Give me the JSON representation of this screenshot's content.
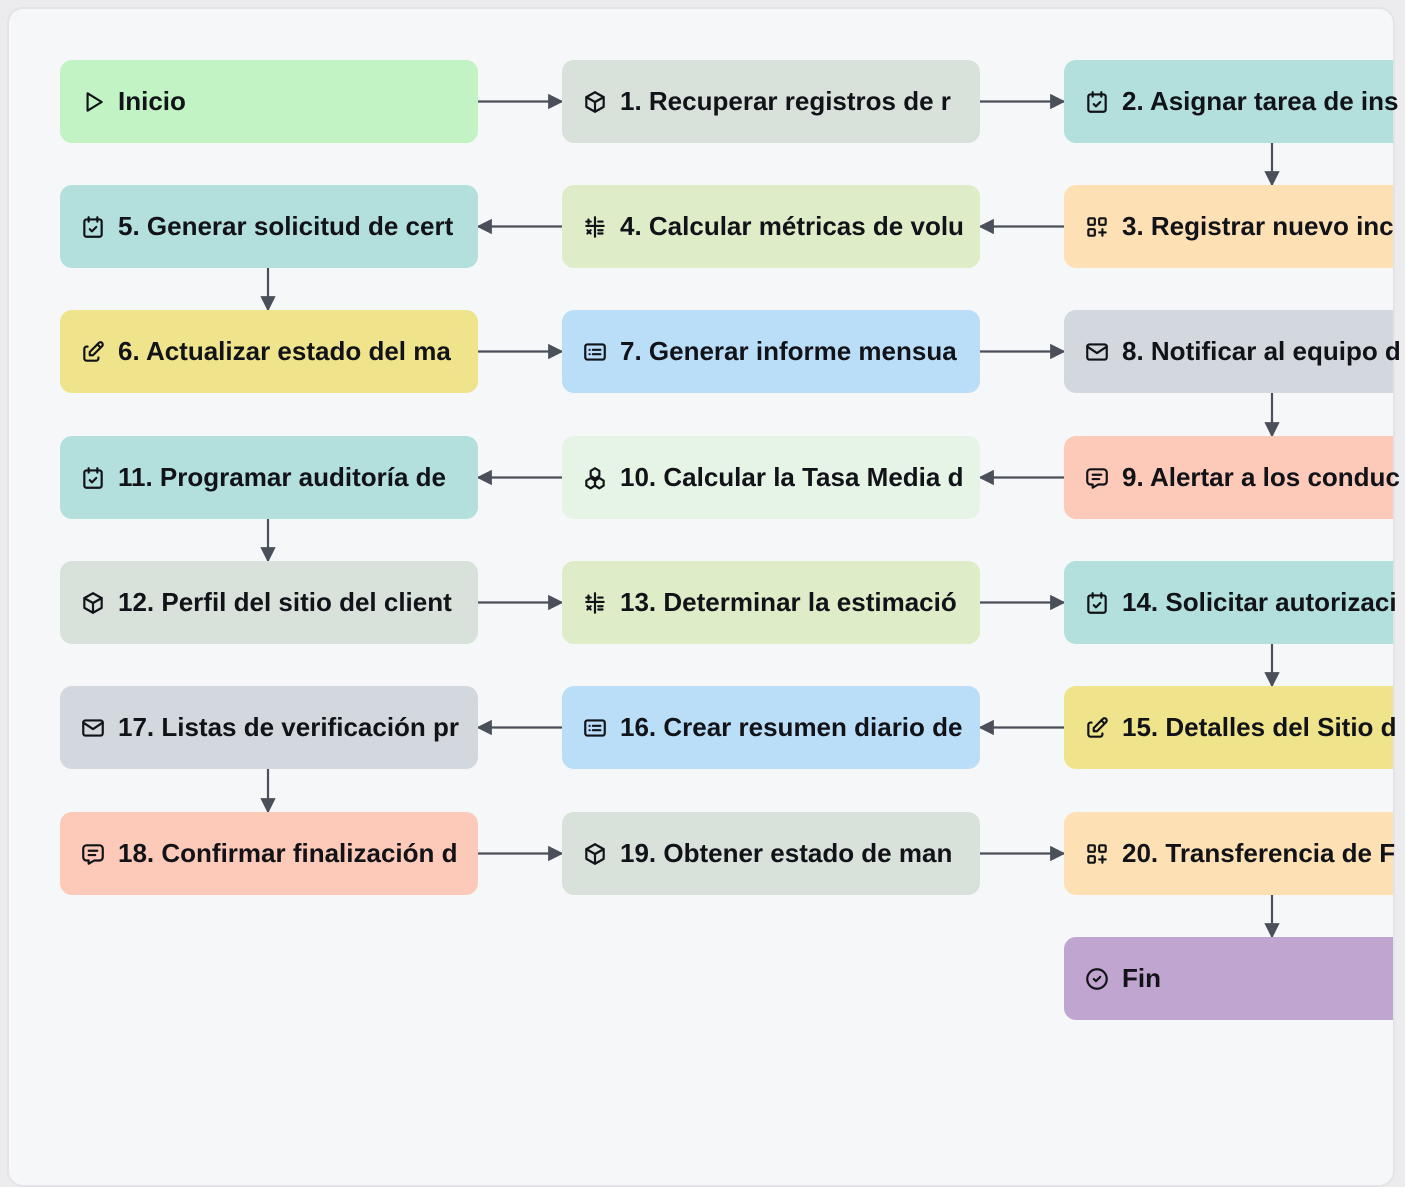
{
  "diagram": {
    "colors": {
      "green": "#c1f3c5",
      "sage": "#d8e2da",
      "teal": "#b3e0dc",
      "peach": "#fde0b3",
      "lime": "#deecc8",
      "yellow": "#efe48c",
      "blue": "#bbdef8",
      "slate": "#d2d8de",
      "salmon": "#fdc9b8",
      "mint": "#e6f4e6",
      "purple": "#bfa5cf",
      "edge": "#4a4f59",
      "text": "#111318"
    },
    "nodes": [
      {
        "id": "start",
        "label": "Inicio",
        "icon": "play-icon",
        "color": "green"
      },
      {
        "id": "n1",
        "label": "1. Recuperar registros de r",
        "icon": "box-icon",
        "color": "sage"
      },
      {
        "id": "n2",
        "label": "2. Asignar tarea de ins",
        "icon": "calendar-check-icon",
        "color": "teal"
      },
      {
        "id": "n3",
        "label": "3. Registrar nuevo inc",
        "icon": "apps-add-icon",
        "color": "peach"
      },
      {
        "id": "n4",
        "label": "4. Calcular métricas de volu",
        "icon": "calculator-icon",
        "color": "lime"
      },
      {
        "id": "n5",
        "label": "5. Generar solicitud de cert",
        "icon": "calendar-check-icon",
        "color": "teal"
      },
      {
        "id": "n6",
        "label": "6. Actualizar estado del ma",
        "icon": "edit-icon",
        "color": "yellow"
      },
      {
        "id": "n7",
        "label": "7. Generar informe mensua",
        "icon": "list-details-icon",
        "color": "blue"
      },
      {
        "id": "n8",
        "label": "8. Notificar al equipo d",
        "icon": "mail-icon",
        "color": "slate"
      },
      {
        "id": "n9",
        "label": "9. Alertar a los conduc",
        "icon": "sms-icon",
        "color": "salmon"
      },
      {
        "id": "n10",
        "label": "10. Calcular la Tasa Media d",
        "icon": "cubes-icon",
        "color": "mint"
      },
      {
        "id": "n11",
        "label": "11. Programar auditoría de",
        "icon": "calendar-check-icon",
        "color": "teal"
      },
      {
        "id": "n12",
        "label": "12. Perfil del sitio del client",
        "icon": "box-icon",
        "color": "sage"
      },
      {
        "id": "n13",
        "label": "13. Determinar la estimació",
        "icon": "calculator-icon",
        "color": "lime"
      },
      {
        "id": "n14",
        "label": "14. Solicitar autorizaci",
        "icon": "calendar-check-icon",
        "color": "teal"
      },
      {
        "id": "n15",
        "label": "15. Detalles del Sitio d",
        "icon": "edit-icon",
        "color": "yellow"
      },
      {
        "id": "n16",
        "label": "16. Crear resumen diario de",
        "icon": "list-details-icon",
        "color": "blue"
      },
      {
        "id": "n17",
        "label": "17. Listas de verificación pr",
        "icon": "mail-icon",
        "color": "slate"
      },
      {
        "id": "n18",
        "label": "18. Confirmar finalización d",
        "icon": "sms-icon",
        "color": "salmon"
      },
      {
        "id": "n19",
        "label": "19. Obtener estado de man",
        "icon": "box-icon",
        "color": "sage"
      },
      {
        "id": "n20",
        "label": "20. Transferencia de F",
        "icon": "apps-add-icon",
        "color": "peach"
      },
      {
        "id": "end",
        "label": "Fin",
        "icon": "circle-check-icon",
        "color": "purple"
      }
    ],
    "edges": [
      [
        "start",
        "n1"
      ],
      [
        "n1",
        "n2"
      ],
      [
        "n2",
        "n3"
      ],
      [
        "n3",
        "n4"
      ],
      [
        "n4",
        "n5"
      ],
      [
        "n5",
        "n6"
      ],
      [
        "n6",
        "n7"
      ],
      [
        "n7",
        "n8"
      ],
      [
        "n8",
        "n9"
      ],
      [
        "n9",
        "n10"
      ],
      [
        "n10",
        "n11"
      ],
      [
        "n11",
        "n12"
      ],
      [
        "n12",
        "n13"
      ],
      [
        "n13",
        "n14"
      ],
      [
        "n14",
        "n15"
      ],
      [
        "n15",
        "n16"
      ],
      [
        "n16",
        "n17"
      ],
      [
        "n17",
        "n18"
      ],
      [
        "n18",
        "n19"
      ],
      [
        "n19",
        "n20"
      ],
      [
        "n20",
        "end"
      ]
    ]
  }
}
